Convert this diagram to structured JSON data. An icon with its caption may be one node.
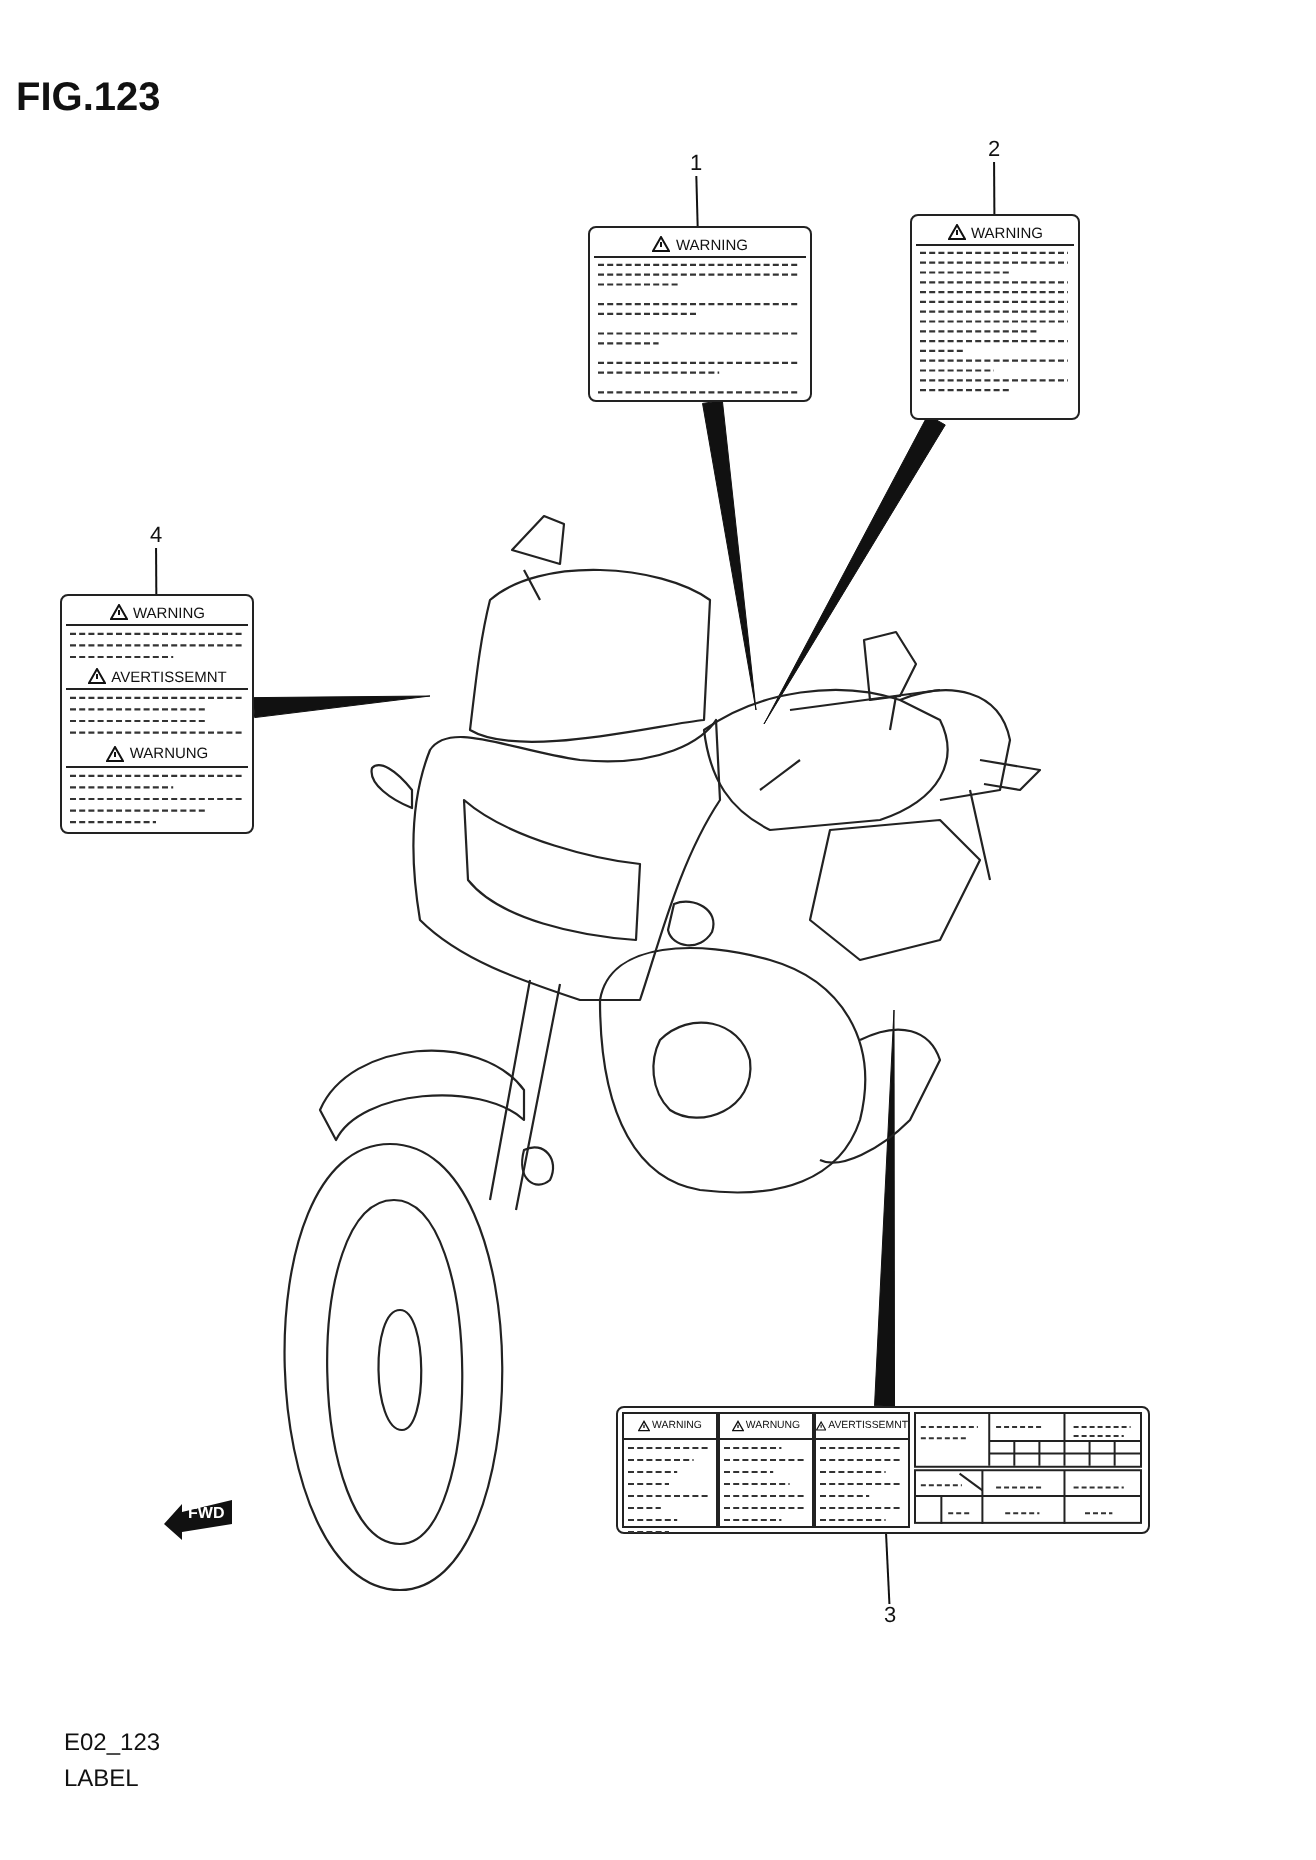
{
  "diagram": {
    "title": "FIG.123",
    "nodes": [
      {
        "text": [
          "1"
        ]
      },
      {
        "text": [
          "WARNING"
        ]
      },
      {
        "text": [
          "2"
        ]
      },
      {
        "text": [
          "WARNING"
        ]
      },
      {
        "text": [
          "4"
        ]
      },
      {
        "text": [
          "WARNING",
          "AVERTISSEMNT",
          "WARNUNG"
        ]
      },
      {
        "text": [],
        "shape": "picture"
      },
      {
        "text": [
          "WARNING",
          "WARNUNG",
          "AVERTISSEMNT"
        ]
      },
      {
        "text": [
          "3"
        ]
      }
    ],
    "edges": [
      {
        "from": 0,
        "to": 1,
        "arrow": "none"
      },
      {
        "from": 1,
        "to": 6,
        "arrow": "none",
        "style": "thick"
      },
      {
        "from": 2,
        "to": 3,
        "arrow": "none"
      },
      {
        "from": 3,
        "to": 6,
        "arrow": "none",
        "style": "thick"
      },
      {
        "from": 4,
        "to": 5,
        "arrow": "none"
      },
      {
        "from": 5,
        "to": 6,
        "arrow": "none",
        "style": "thick"
      },
      {
        "from": 8,
        "to": 7,
        "arrow": "none"
      },
      {
        "from": 7,
        "to": 6,
        "arrow": "none",
        "style": "thick"
      }
    ],
    "labels": [
      "FWD",
      "E02_123",
      "LABEL"
    ]
  }
}
